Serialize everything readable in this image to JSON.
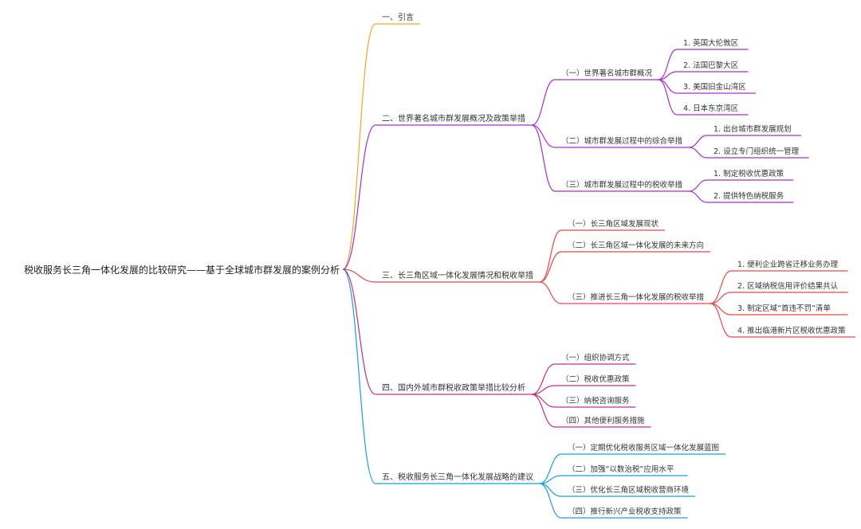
{
  "root": {
    "label": "税收服务长三角一体化发展的比较研究——基于全球城市群发展的案例分析"
  },
  "branches": [
    {
      "label": "一、引言",
      "color": "#f5a623",
      "children": []
    },
    {
      "label": "二、世界著名城市群发展概况及政策举措",
      "color": "#a62fc9",
      "children": [
        {
          "label": "（一）世界著名城市群概况",
          "children": [
            "1. 英国大伦敦区",
            "2. 法国巴黎大区",
            "3. 美国旧金山湾区",
            "4. 日本东京湾区"
          ]
        },
        {
          "label": "（二）城市群发展过程中的综合举措",
          "children": [
            "1. 出台城市群发展规划",
            "2. 设立专门组织统一管理"
          ]
        },
        {
          "label": "（三）城市群发展过程中的税收举措",
          "children": [
            "1. 制定税收优惠政策",
            "2. 提供特色纳税服务"
          ]
        }
      ]
    },
    {
      "label": "三、长三角区域一体化发展情况和税收举措",
      "color": "#e8474c",
      "children": [
        {
          "label": "（一）长三角区域发展现状",
          "children": []
        },
        {
          "label": "（二）长三角区域一体化发展的未来方向",
          "children": []
        },
        {
          "label": "（三）推进长三角一体化发展的税收举措",
          "children": [
            "1. 便利企业跨省迁移业务办理",
            "2. 区域纳税信用评价结果共认",
            "3. 制定区域“首违不罚”清单",
            "4. 推出临港新片区税收优惠政策"
          ]
        }
      ]
    },
    {
      "label": "四、国内外城市群税收政策举措比较分析",
      "color": "#c2307f",
      "children": [
        {
          "label": "（一）组织协调方式",
          "children": []
        },
        {
          "label": "（二）税收优惠政策",
          "children": []
        },
        {
          "label": "（三）纳税咨询服务",
          "children": []
        },
        {
          "label": "（四）其他便利服务措施",
          "children": []
        }
      ]
    },
    {
      "label": "五、税收服务长三角一体化发展战略的建议",
      "color": "#1a9ed9",
      "children": [
        {
          "label": "（一）定期优化税收服务区域一体化发展蓝图",
          "children": []
        },
        {
          "label": "（二）加强“以数治税”应用水平",
          "children": []
        },
        {
          "label": "（三）优化长三角区域税收营商环境",
          "children": []
        },
        {
          "label": "（四）推行新兴产业税收支持政策",
          "children": []
        }
      ]
    }
  ]
}
